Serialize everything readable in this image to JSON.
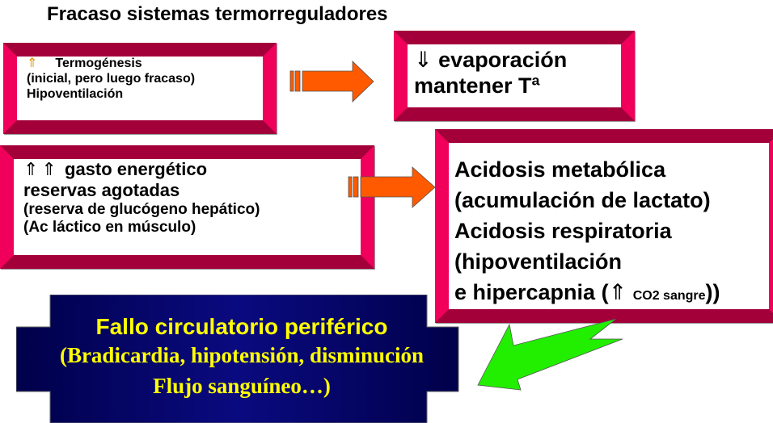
{
  "title": "Fracaso sistemas termorreguladores",
  "box1": {
    "arrow": "⇑",
    "lines": [
      "Termogénesis",
      "(inicial, pero luego fracaso)",
      "Hipoventilación"
    ]
  },
  "box2": {
    "arrows": "⇑⇑",
    "lines": [
      "gasto energético",
      "reservas agotadas",
      "(reserva de glucógeno hepático)",
      "(Ac láctico en músculo)"
    ]
  },
  "box3": {
    "arrow": "⇓",
    "lines": [
      "evaporación",
      "mantener Tª"
    ]
  },
  "box4": {
    "lines": [
      "Acidosis metabólica",
      "(acumulación de lactato)",
      "Acidosis respiratoria",
      "(hipoventilación",
      "e hipercapnia ("
    ],
    "arrow": "⇑",
    "small": "CO2 sangre",
    "close": "))"
  },
  "plaque": {
    "title": "Fallo circulatorio periférico",
    "lines": [
      "(Bradicardia, hipotensión, disminución",
      "Flujo sanguíneo…)"
    ]
  },
  "colors": {
    "frame_dark": "#a3003a",
    "frame_light": "#f0005a",
    "orange": "#ff5a00",
    "green": "#22ee00",
    "navy": "#000060",
    "yellow": "#ffff00"
  }
}
